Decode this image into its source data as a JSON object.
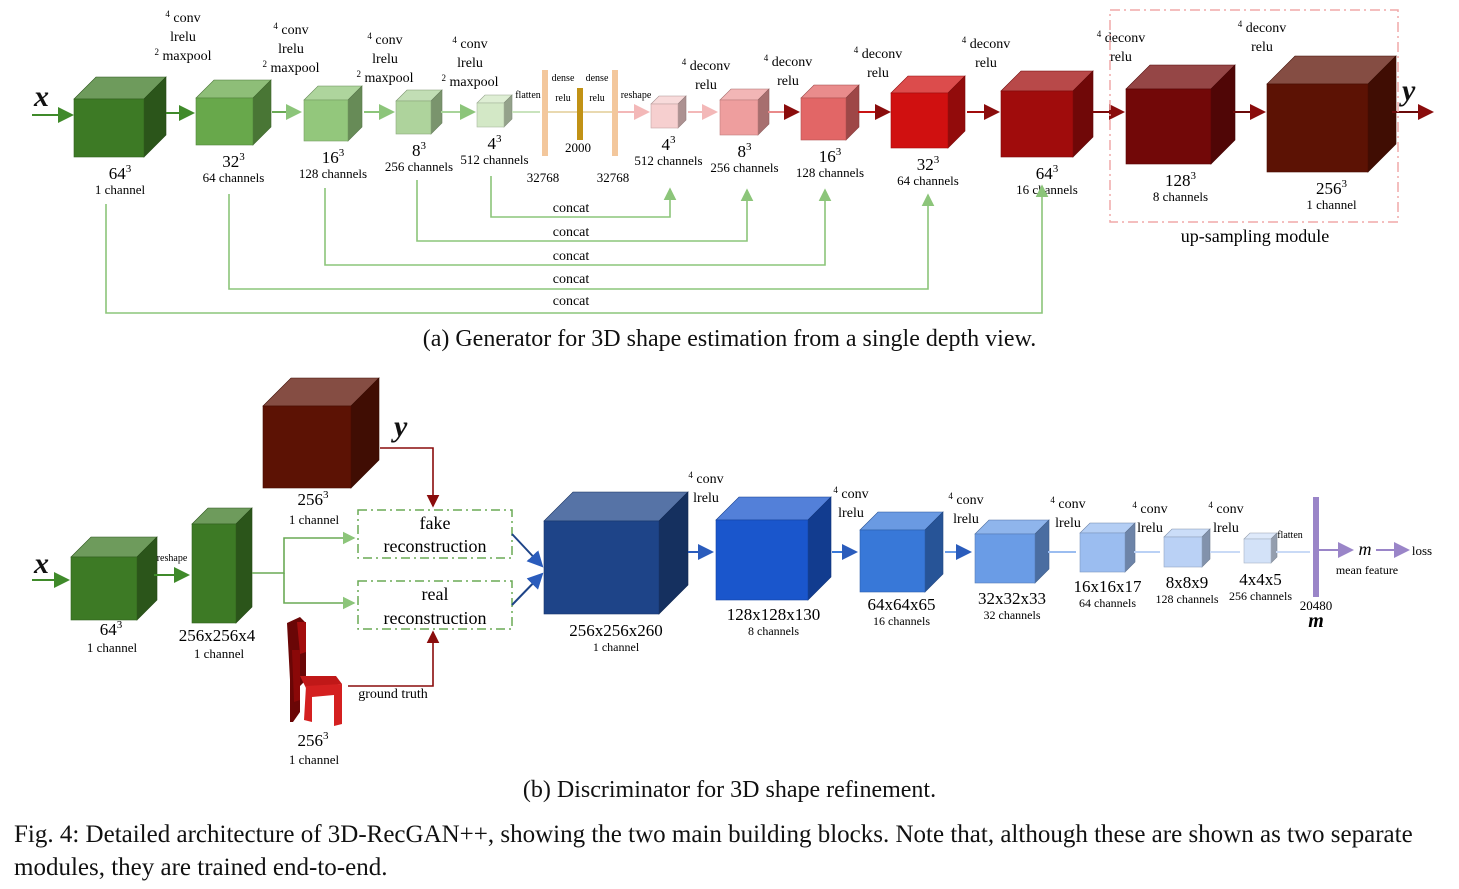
{
  "generator": {
    "input_symbol": "x",
    "output_symbol": "y",
    "blocks": [
      {
        "size": "64",
        "channels": "1 channel",
        "color": "#3d7a25"
      },
      {
        "size": "32",
        "channels": "64 channels",
        "color": "#68a84b"
      },
      {
        "size": "16",
        "channels": "128 channels",
        "color": "#93c77c"
      },
      {
        "size": "8",
        "channels": "256 channels",
        "color": "#aed39c"
      },
      {
        "size": "4",
        "channels": "512 channels",
        "color": "#d3e8c6"
      },
      {
        "size": "4",
        "channels": "512 channels",
        "color": "#f6cfcf"
      },
      {
        "size": "8",
        "channels": "256 channels",
        "color": "#ee9e9e"
      },
      {
        "size": "16",
        "channels": "128 channels",
        "color": "#e26666"
      },
      {
        "size": "32",
        "channels": "64 channels",
        "color": "#d01010"
      },
      {
        "size": "64",
        "channels": "16 channels",
        "color": "#a00c0c"
      },
      {
        "size": "128",
        "channels": "8 channels",
        "color": "#720808"
      },
      {
        "size": "256",
        "channels": "1 channel",
        "color": "#5c1204"
      }
    ],
    "ops": [
      {
        "l1": "4",
        "l1b": " conv",
        "l2": "lrelu",
        "l3a": "2",
        "l3b": " maxpool"
      },
      {
        "l1": "4",
        "l1b": " conv",
        "l2": "lrelu",
        "l3a": "2",
        "l3b": " maxpool"
      },
      {
        "l1": "4",
        "l1b": " conv",
        "l2": "lrelu",
        "l3a": "2",
        "l3b": " maxpool"
      },
      {
        "l1": "4",
        "l1b": " conv",
        "l2": "lrelu",
        "l3a": "2",
        "l3b": " maxpool"
      },
      {
        "l1": "4",
        "l1b": " deconv",
        "l2": "relu"
      },
      {
        "l1": "4",
        "l1b": " deconv",
        "l2": "relu"
      },
      {
        "l1": "4",
        "l1b": " deconv",
        "l2": "relu"
      },
      {
        "l1": "4",
        "l1b": " deconv",
        "l2": "relu"
      },
      {
        "l1": "4",
        "l1b": " deconv",
        "l2": "relu"
      },
      {
        "l1": "4",
        "l1b": " deconv",
        "l2": "relu"
      }
    ],
    "superscript": "3",
    "flatten_label": "flatten",
    "dense1_label": "dense",
    "relu1_label": "relu",
    "dense2_label": "dense",
    "relu2_label": "relu",
    "reshape_label": "reshape",
    "vec1_size": "32768",
    "vec2_size": "2000",
    "vec3_size": "32768",
    "concat_labels": [
      "concat",
      "concat",
      "concat",
      "concat",
      "concat"
    ],
    "upsampling_label": "up-sampling module"
  },
  "caption_a": "(a) Generator for 3D shape estimation from a single depth view.",
  "discriminator": {
    "input_symbol": "x",
    "y_symbol": "y",
    "input_size": "64",
    "input_channels": "1 channel",
    "reshape_label": "reshape",
    "reshaped_size": "256x256x4",
    "reshaped_channels": "1 channel",
    "y_size": "256",
    "y_channels": "1 channel",
    "gt_size": "256",
    "gt_channels": "1 channel",
    "ground_truth_label": "ground truth",
    "fake_l1": "fake",
    "fake_l2": "reconstruction",
    "real_l1": "real",
    "real_l2": "reconstruction",
    "blocks": [
      {
        "size": "256x256x260",
        "channels": "1 channel",
        "color": "#1e4488"
      },
      {
        "size": "128x128x130",
        "channels": "8 channels",
        "color": "#1a56cc"
      },
      {
        "size": "64x64x65",
        "channels": "16 channels",
        "color": "#3878d8"
      },
      {
        "size": "32x32x33",
        "channels": "32 channels",
        "color": "#6a9ce6"
      },
      {
        "size": "16x16x17",
        "channels": "64 channels",
        "color": "#9bbdf0"
      },
      {
        "size": "8x8x9",
        "channels": "128 channels",
        "color": "#bad1f5"
      },
      {
        "size": "4x4x5",
        "channels": "256 channels",
        "color": "#d3e2f8"
      }
    ],
    "ops": [
      {
        "l1": "4",
        "l1b": " conv",
        "l2": "lrelu"
      },
      {
        "l1": "4",
        "l1b": " conv",
        "l2": "lrelu"
      },
      {
        "l1": "4",
        "l1b": " conv",
        "l2": "lrelu"
      },
      {
        "l1": "4",
        "l1b": " conv",
        "l2": "lrelu"
      },
      {
        "l1": "4",
        "l1b": " conv",
        "l2": "lrelu"
      },
      {
        "l1": "4",
        "l1b": " conv",
        "l2": "lrelu"
      }
    ],
    "superscript": "3",
    "flatten_label": "flatten",
    "vector_size": "20480",
    "m_symbol": "m",
    "m_italic": "m",
    "mean_feature_label": "mean feature",
    "loss_label": "loss"
  },
  "caption_b": "(b) Discriminator for 3D shape refinement.",
  "figure_caption": "Fig. 4: Detailed architecture of 3D-RecGAN++, showing the two main building blocks. Note that, although these are shown as two separate modules, they are trained end-to-end."
}
